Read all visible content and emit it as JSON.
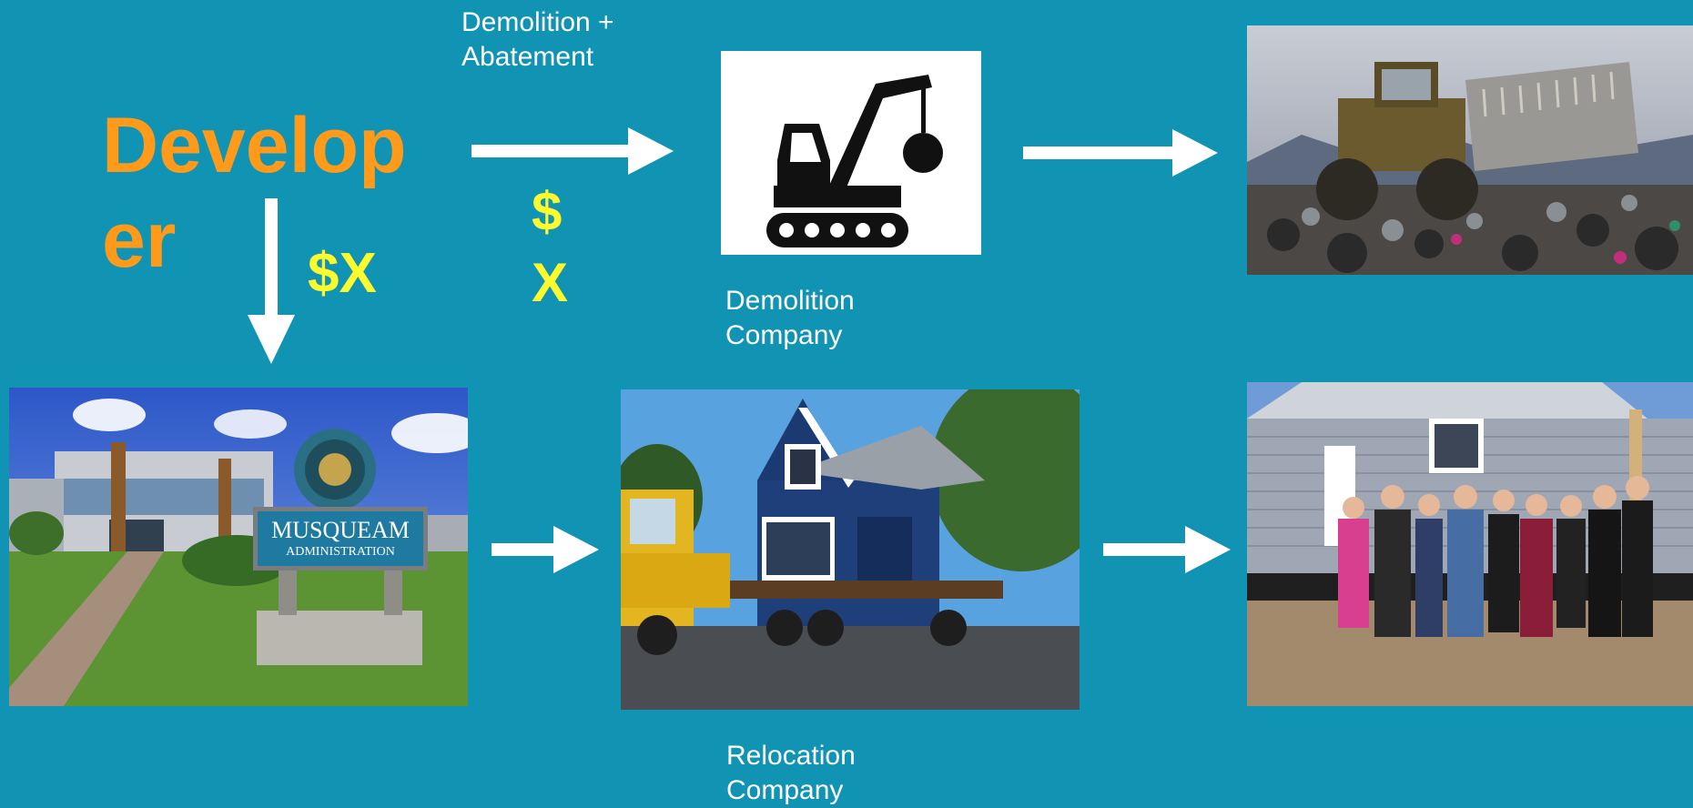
{
  "developer_label": "Developer",
  "developer_line1": "Develop",
  "developer_line2": "er",
  "payment_left": "$X",
  "payment_top_line1": "$",
  "payment_top_line2": "X",
  "demolition_abatement_line1": "Demolition +",
  "demolition_abatement_line2": "Abatement",
  "demolition_company_line1": "Demolition",
  "demolition_company_line2": "Company",
  "relocation_company_line1": "Relocation",
  "relocation_company_line2": "Company",
  "musqueam_sign_line1": "MUSQUEAM",
  "musqueam_sign_line2": "ADMINISTRATION",
  "icons": {
    "demolition": "excavator-wrecking-ball-icon",
    "arrow": "arrow-right-icon"
  },
  "colors": {
    "background": "#1193b4",
    "developer_text": "#ff9a1a",
    "money_text": "#fdfb2e",
    "arrow": "#ffffff"
  }
}
